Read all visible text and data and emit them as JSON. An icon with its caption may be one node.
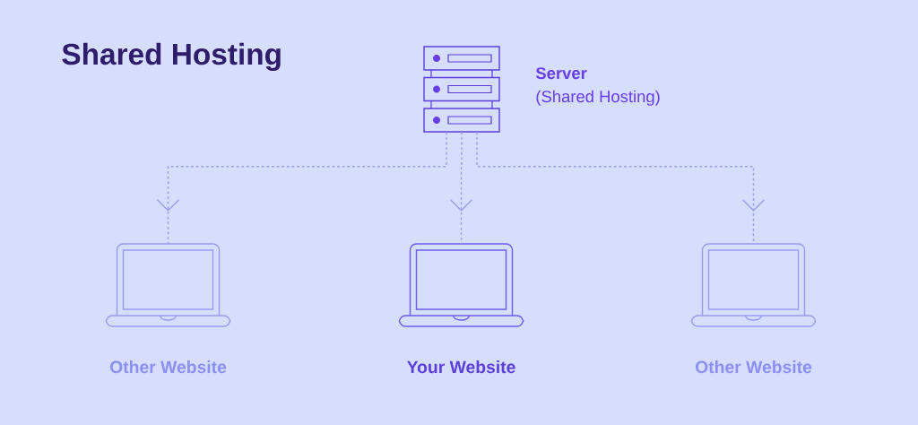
{
  "diagram": {
    "title": "Shared Hosting",
    "nodes": [
      {
        "text": [],
        "shape": "server",
        "beside": [
          "Server",
          "(Shared Hosting)"
        ]
      },
      {
        "text": [],
        "shape": "laptop",
        "beside": [
          "Other Website"
        ]
      },
      {
        "text": [],
        "shape": "laptop",
        "beside": [
          "Your Website"
        ]
      },
      {
        "text": [],
        "shape": "laptop",
        "beside": [
          "Other Website"
        ]
      }
    ],
    "edges": [
      {
        "from": 0,
        "to": 1,
        "arrow": "to",
        "style": "dashed"
      },
      {
        "from": 0,
        "to": 2,
        "arrow": "to",
        "style": "dashed"
      },
      {
        "from": 0,
        "to": 3,
        "arrow": "to",
        "style": "dashed"
      }
    ]
  }
}
